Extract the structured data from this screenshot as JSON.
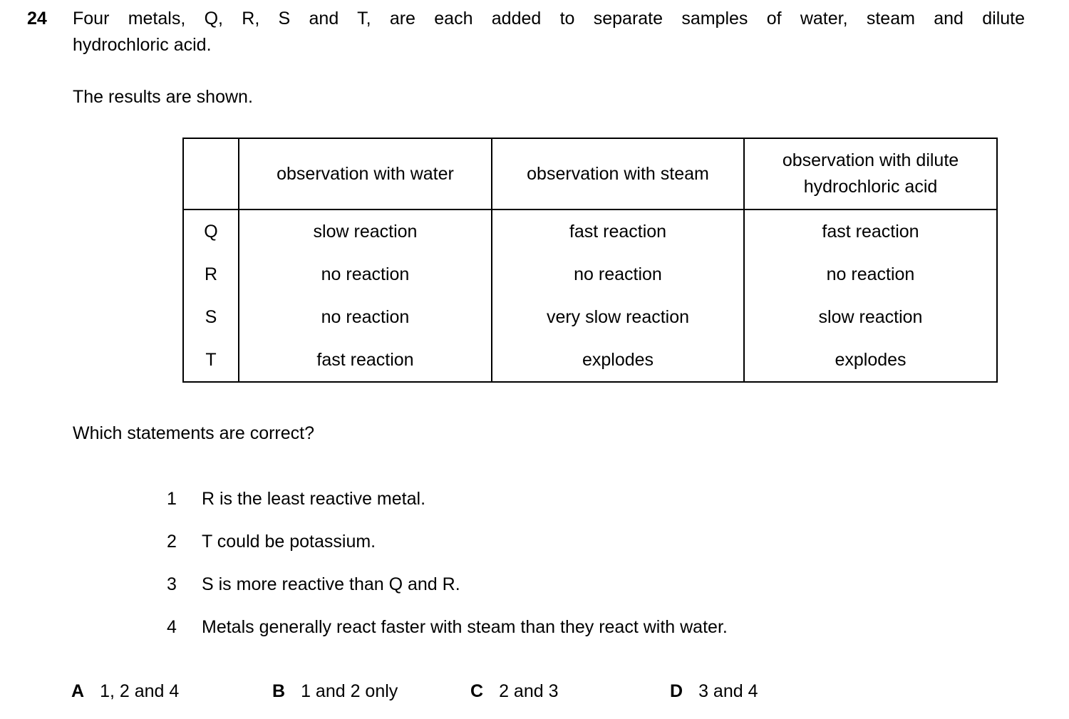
{
  "question": {
    "number": "24",
    "stem_line1": "Four metals, Q, R, S and T, are each added to separate samples of water, steam and dilute",
    "stem_line2": "hydrochloric acid.",
    "results_intro": "The results are shown.",
    "prompt": "Which statements are correct?"
  },
  "table": {
    "headers": {
      "label": "",
      "water": "observation with water",
      "steam": "observation with steam",
      "acid": "observation with dilute hydrochloric acid"
    },
    "rows": [
      {
        "metal": "Q",
        "water": "slow reaction",
        "steam": "fast reaction",
        "acid": "fast reaction"
      },
      {
        "metal": "R",
        "water": "no reaction",
        "steam": "no reaction",
        "acid": "no reaction"
      },
      {
        "metal": "S",
        "water": "no reaction",
        "steam": "very slow reaction",
        "acid": "slow reaction"
      },
      {
        "metal": "T",
        "water": "fast reaction",
        "steam": "explodes",
        "acid": "explodes"
      }
    ]
  },
  "statements": [
    {
      "num": "1",
      "text": "R is the least reactive metal."
    },
    {
      "num": "2",
      "text": "T could be potassium."
    },
    {
      "num": "3",
      "text": "S is more reactive than Q and R."
    },
    {
      "num": "4",
      "text": "Metals generally react faster with steam than they react with water."
    }
  ],
  "options": [
    {
      "letter": "A",
      "text": "1, 2 and 4"
    },
    {
      "letter": "B",
      "text": "1 and 2 only"
    },
    {
      "letter": "C",
      "text": "2 and 3"
    },
    {
      "letter": "D",
      "text": "3 and 4"
    }
  ]
}
